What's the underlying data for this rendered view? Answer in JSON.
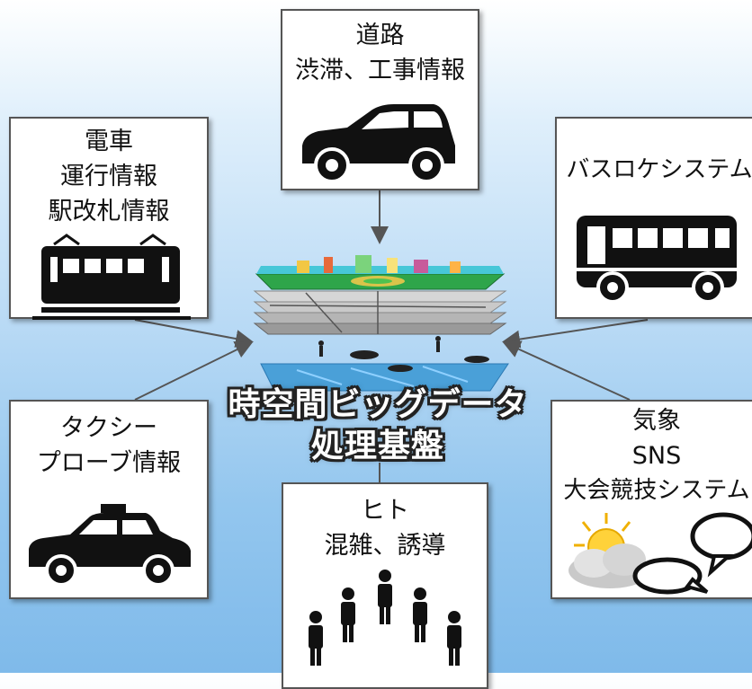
{
  "boxes": {
    "road": {
      "line1": "道路",
      "line2": "渋滞、工事情報"
    },
    "train": {
      "line1": "電車",
      "line2": "運行情報",
      "line3": "駅改札情報"
    },
    "bus": {
      "line1": "バスロケシステム"
    },
    "taxi": {
      "line1": "タクシー",
      "line2": "プローブ情報"
    },
    "weather": {
      "line1": "気象",
      "line2": "SNS",
      "line3": "大会競技システム"
    },
    "people": {
      "line1": "ヒト",
      "line2": "混雑、誘導"
    }
  },
  "center": {
    "line1": "時空間ビッグデータ",
    "line2": "処理基盤"
  },
  "icons": [
    "car-icon",
    "train-icon",
    "bus-icon",
    "taxi-icon",
    "weather-icon",
    "speech-bubble-icon",
    "people-icon",
    "map-layers-icon"
  ],
  "colors": {
    "box_border": "#555555",
    "arrow": "#555555",
    "background_bottom": "#7fbaea",
    "title_fill": "#ffffff",
    "title_outline": "#222222"
  }
}
